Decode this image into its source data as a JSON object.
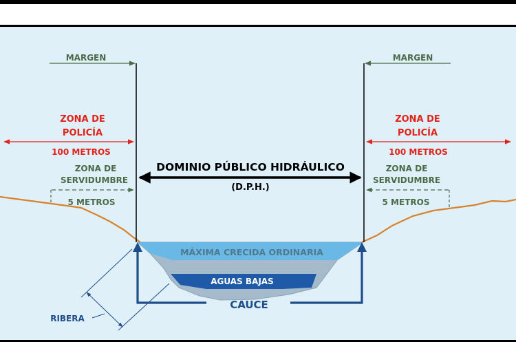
{
  "labels": {
    "margin_left": "MARGEN",
    "margin_right": "MARGEN",
    "police_zone_line1": "ZONA DE",
    "police_zone_line2": "POLICÍA",
    "police_distance": "100 METROS",
    "easement_line1": "ZONA DE",
    "easement_line2": "SERVIDUMBRE",
    "easement_distance": "5 METROS",
    "domain_title": "DOMINIO PÚBLICO HIDRÁULICO",
    "domain_abbrev": "(D.P.H.)",
    "max_flood": "MÁXIMA CRECIDA ORDINARIA",
    "low_water": "AGUAS BAJAS",
    "channel": "CAUCE",
    "bank": "RIBERA"
  },
  "colors": {
    "background": "#dff0f8",
    "frame": "#000000",
    "margin_green": "#4a6a48",
    "police_red": "#e2231a",
    "domain_black": "#000000",
    "water_light": "#69b8e6",
    "water_dark": "#1f5aa8",
    "riverbed": "#a5baca",
    "channel_blue": "#1f4e8c",
    "terrain_orange": "#d9822b"
  }
}
